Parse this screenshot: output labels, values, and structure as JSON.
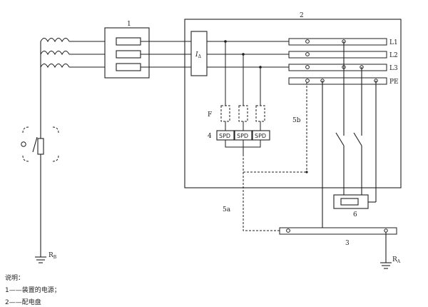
{
  "diagram": {
    "labels": {
      "n1": "1",
      "n2": "2",
      "n3": "3",
      "n4": "4",
      "n6": "6",
      "L1": "L1",
      "L2": "L2",
      "L3": "L3",
      "PE": "PE",
      "F": "F",
      "n5a": "5a",
      "n5b": "5b",
      "spd": "SPD",
      "ia_main": "I",
      "ia_sub": "Δ",
      "rb_main": "R",
      "rb_sub": "B",
      "ra_main": "R",
      "ra_sub": "A"
    }
  },
  "legend": {
    "title": "说明：",
    "item1": "1——装置的电源；",
    "item2": "2——配电盘"
  }
}
